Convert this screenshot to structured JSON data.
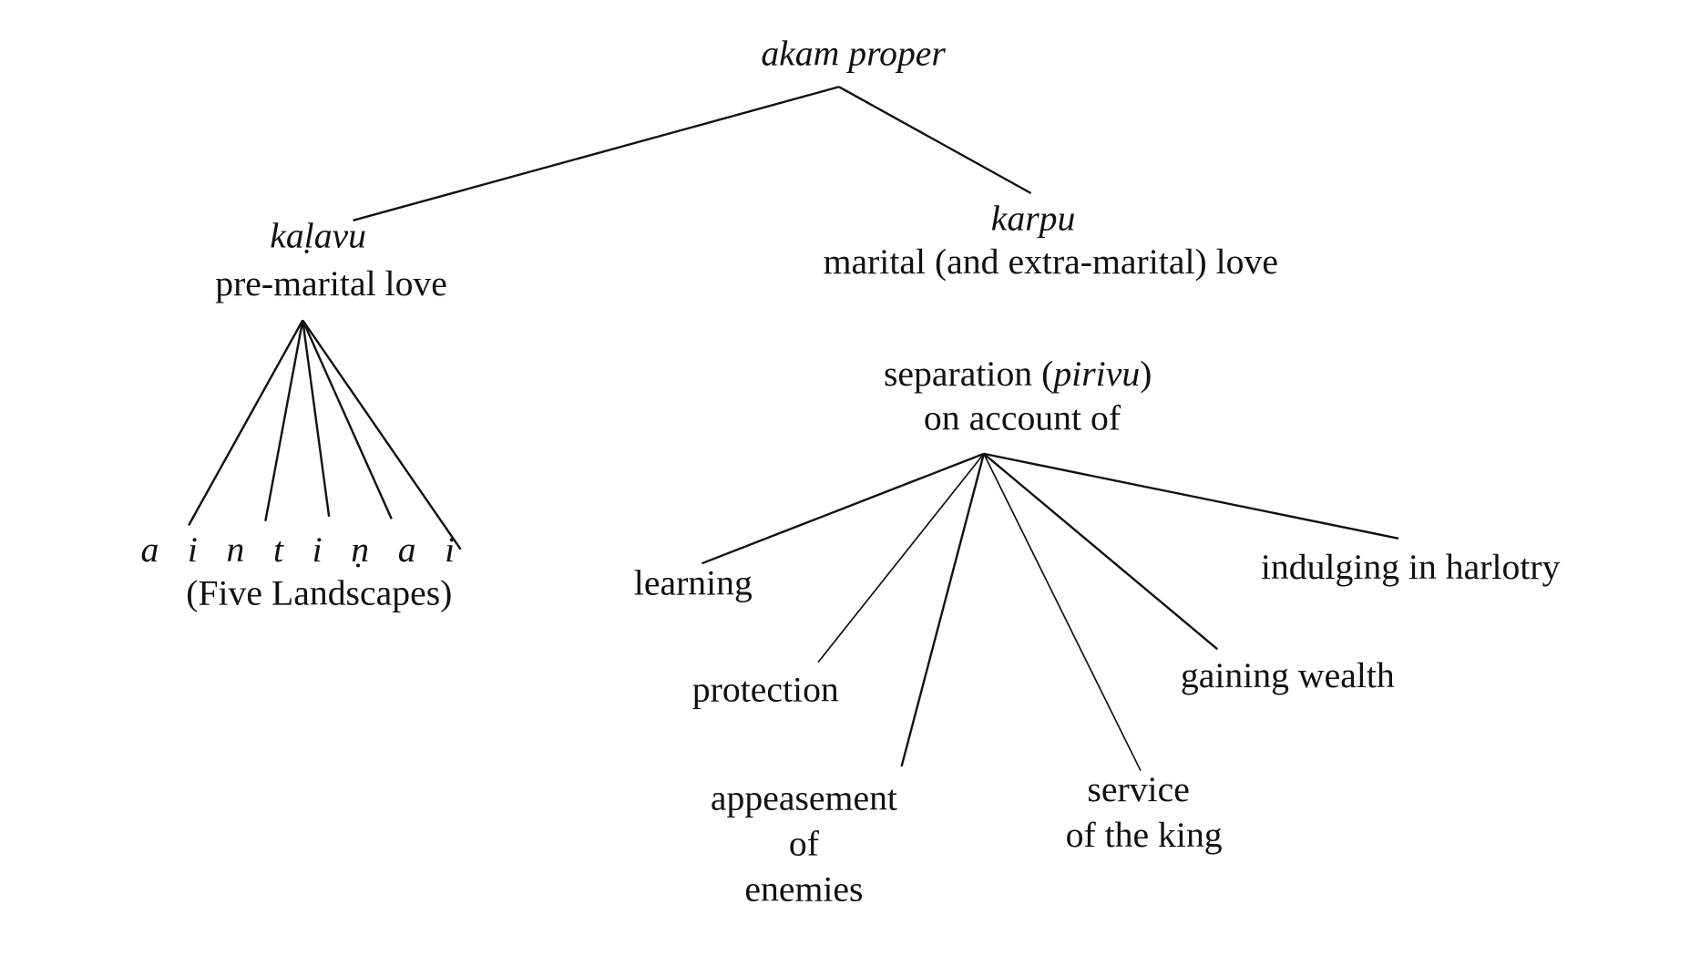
{
  "root": {
    "term": "akam proper"
  },
  "kalavu": {
    "term": "kaḷavu",
    "gloss": "pre-marital love"
  },
  "aintinai": {
    "term": "a i n t i ṇ a i",
    "gloss": "(Five Landscapes)"
  },
  "karpu": {
    "term": "karpu",
    "gloss": "marital (and extra-marital) love"
  },
  "separation": {
    "line1_prefix": "separation (",
    "term": "pirivu",
    "line1_suffix": ")",
    "line2": "on account of"
  },
  "causes": {
    "learning": "learning",
    "protection": "protection",
    "appeasement": [
      "appeasement",
      "of",
      "enemies"
    ],
    "service": [
      "service",
      "of the king"
    ],
    "wealth": "gaining wealth",
    "harlotry": "indulging in harlotry"
  }
}
